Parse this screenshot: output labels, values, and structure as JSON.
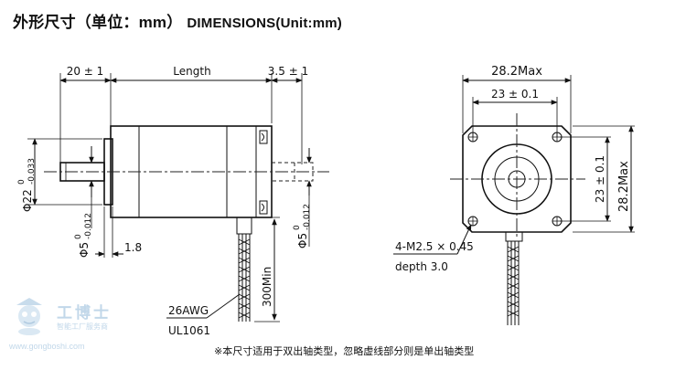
{
  "heading": {
    "cn": "外形尺寸（单位：mm）",
    "en": "DIMENSIONS(Unit:mm)"
  },
  "side_view": {
    "shaft_length": "20 ± 1",
    "body_length": "Length",
    "rear_shaft": "3.5 ± 1",
    "boss_dia": "Φ22",
    "boss_tol_upper": "0",
    "boss_tol_lower": "-0.033",
    "shaft_dia_front": "Φ5",
    "shaft_dia_rear": "Φ5",
    "shaft_tol_upper": "0",
    "shaft_tol_lower": "-0.012",
    "flat_dim": "1.8",
    "lead_length": "300Min",
    "wire_gauge": "26AWG",
    "wire_type": "UL1061"
  },
  "front_view": {
    "outer_width": "28.2Max",
    "hole_pitch_h": "23 ± 0.1",
    "hole_pitch_v": "23 ± 0.1",
    "outer_height": "28.2Max",
    "thread": "4-M2.5 × 0.45",
    "thread_depth": "depth 3.0"
  },
  "footnote": "※本尺寸适用于双出轴类型，忽略虚线部分则是单出轴类型",
  "watermark": {
    "brand": "工博士",
    "sub": "智能工厂服务商",
    "url": "www.gongboshi.com"
  }
}
